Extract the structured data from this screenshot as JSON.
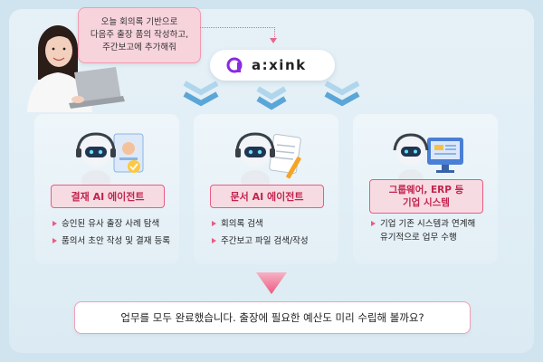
{
  "user": {
    "request": "오늘 회의록 기반으로\n다음주 출장 품의 작성하고,\n주간보고에 추가해줘"
  },
  "logo": {
    "text": "a:xink",
    "color": "#8a2be2"
  },
  "cards": [
    {
      "label": "결재 AI 에이전트",
      "bullets": [
        "승인된 유사 출장 사례 탐색",
        "품의서 초안 작성 및 결재 등록"
      ]
    },
    {
      "label": "문서 AI 에이전트",
      "bullets": [
        "회의록 검색",
        "주간보고 파일 검색/작성"
      ]
    },
    {
      "label": "그룹웨어, ERP 등\n기업 시스템",
      "bullets": [
        "기업 기존 시스템과 연계해\n유기적으로 업무 수행"
      ]
    }
  ],
  "result": {
    "text": "업무를 모두 완료했습니다. 출장에 필요한 예산도 미리 수립해 볼까요?"
  },
  "colors": {
    "accent": "#ea5b82",
    "label_bg": "#f7dbe2",
    "chevron": "#6fb0dc"
  }
}
